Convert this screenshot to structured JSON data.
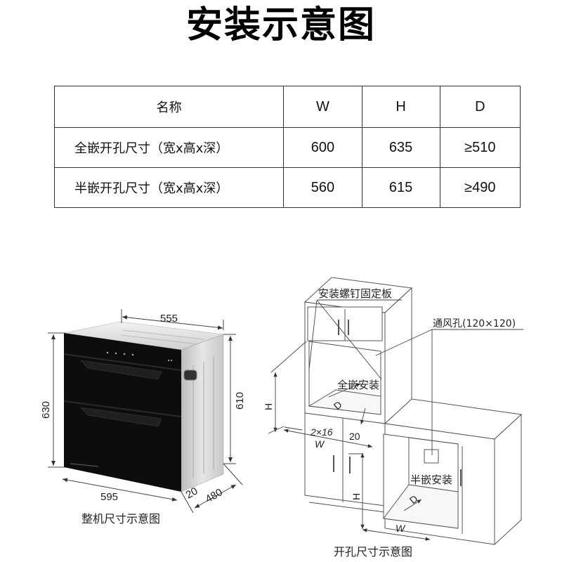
{
  "title": "安装示意图",
  "spec_table": {
    "headers": {
      "name": "名称",
      "w": "W",
      "h": "H",
      "d": "D"
    },
    "rows": [
      {
        "name": "全嵌开孔尺寸（宽x高x深）",
        "w": "600",
        "h": "635",
        "d": "≥510"
      },
      {
        "name": "半嵌开孔尺寸（宽x高x深）",
        "w": "560",
        "h": "615",
        "d": "≥490"
      }
    ]
  },
  "product_diagram": {
    "caption": "整机尺寸示意图",
    "dims": {
      "top_width": "555",
      "front_height": "630",
      "side_height": "610",
      "bottom_width": "595",
      "panel_offset": "20",
      "depth": "480"
    }
  },
  "cabinet_diagram": {
    "caption": "开孔尺寸示意图",
    "labels": {
      "mount_plate": "安装螺钉固定板",
      "vent": "通风孔(120×120)",
      "full_embed": "全嵌安装",
      "half_embed": "半嵌安装",
      "screws": "2×16",
      "gap": "20",
      "h1": "H",
      "d1": "D",
      "w1": "W",
      "h2": "H",
      "d2": "D",
      "w2": "W"
    }
  },
  "colors": {
    "appliance_body": "#0d0d0d",
    "appliance_side": "#cfcfcf",
    "line": "#555555"
  }
}
